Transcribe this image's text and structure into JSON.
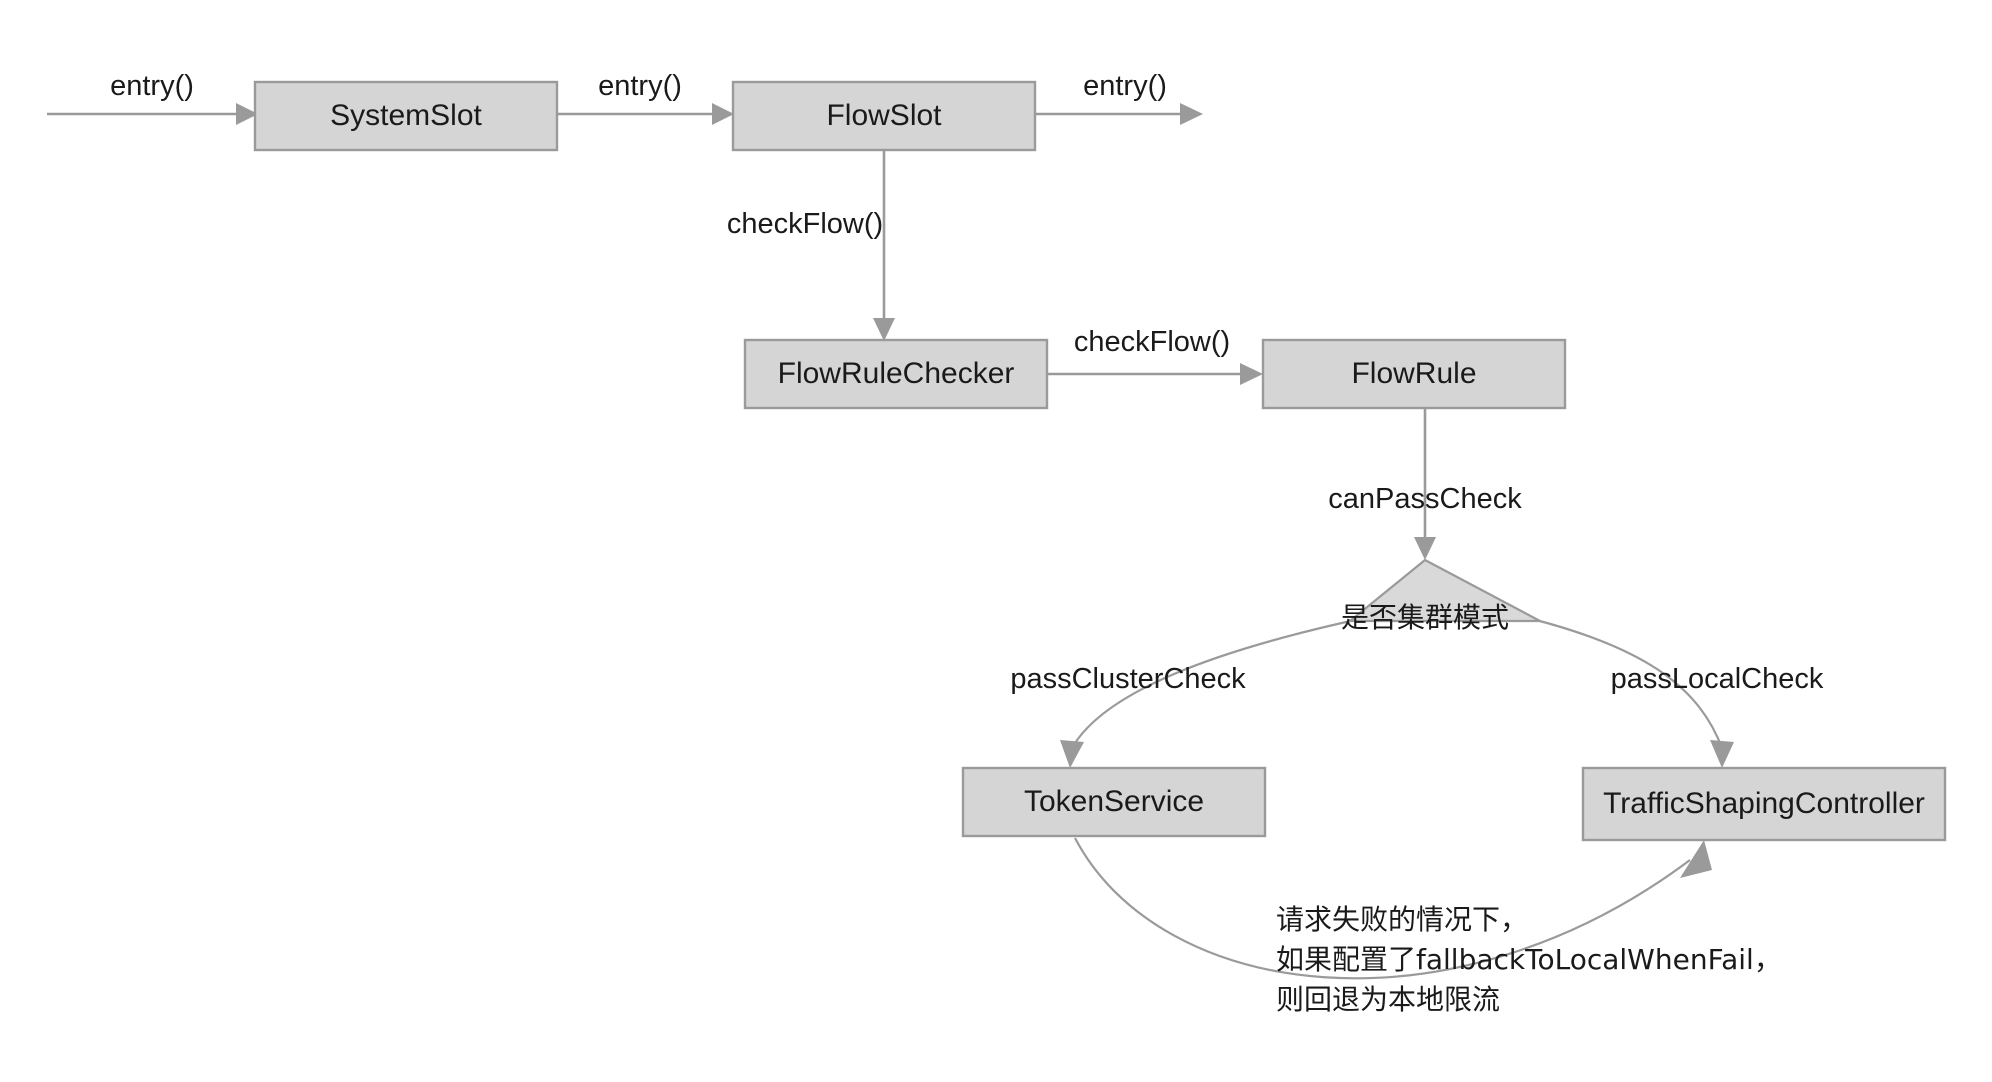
{
  "diagram": {
    "title": "Sentinel Flow Control Slot Chain",
    "background_color": "#ffffff",
    "node_fill_color": "#d5d5d5",
    "node_stroke_color": "#9a9a9a",
    "edge_color": "#9a9a9a",
    "text_color": "#1a1a1a"
  },
  "nodes": [
    {
      "id": "system-slot",
      "label": "SystemSlot",
      "shape": "rect"
    },
    {
      "id": "flow-slot",
      "label": "FlowSlot",
      "shape": "rect"
    },
    {
      "id": "flow-rule-checker",
      "label": "FlowRuleChecker",
      "shape": "rect"
    },
    {
      "id": "flow-rule",
      "label": "FlowRule",
      "shape": "rect"
    },
    {
      "id": "cluster-mode-decision",
      "label": "是否集群模式",
      "shape": "triangle"
    },
    {
      "id": "token-service",
      "label": "TokenService",
      "shape": "rect"
    },
    {
      "id": "traffic-shaping-controller",
      "label": "TrafficShapingController",
      "shape": "rect"
    }
  ],
  "edges": [
    {
      "id": "edge-in-system-slot",
      "label": "entry()",
      "from": "",
      "to": "system-slot"
    },
    {
      "id": "edge-system-to-flow-slot",
      "label": "entry()",
      "from": "system-slot",
      "to": "flow-slot"
    },
    {
      "id": "edge-flow-slot-out",
      "label": "entry()",
      "from": "flow-slot",
      "to": ""
    },
    {
      "id": "edge-flow-slot-to-checker",
      "label": "checkFlow()",
      "from": "flow-slot",
      "to": "flow-rule-checker"
    },
    {
      "id": "edge-checker-to-rule",
      "label": "checkFlow()",
      "from": "flow-rule-checker",
      "to": "flow-rule"
    },
    {
      "id": "edge-rule-to-decision",
      "label": "canPassCheck",
      "from": "flow-rule",
      "to": "cluster-mode-decision"
    },
    {
      "id": "edge-decision-to-token",
      "label": "passClusterCheck",
      "from": "cluster-mode-decision",
      "to": "token-service"
    },
    {
      "id": "edge-decision-to-controller",
      "label": "passLocalCheck",
      "from": "cluster-mode-decision",
      "to": "traffic-shaping-controller"
    },
    {
      "id": "edge-token-to-controller",
      "label": "",
      "from": "token-service",
      "to": "traffic-shaping-controller"
    }
  ],
  "annotations": [
    {
      "id": "fallback-note",
      "lines": [
        "请求失败的情况下，",
        "如果配置了fallbackToLocalWhenFail，",
        "则回退为本地限流"
      ]
    }
  ]
}
